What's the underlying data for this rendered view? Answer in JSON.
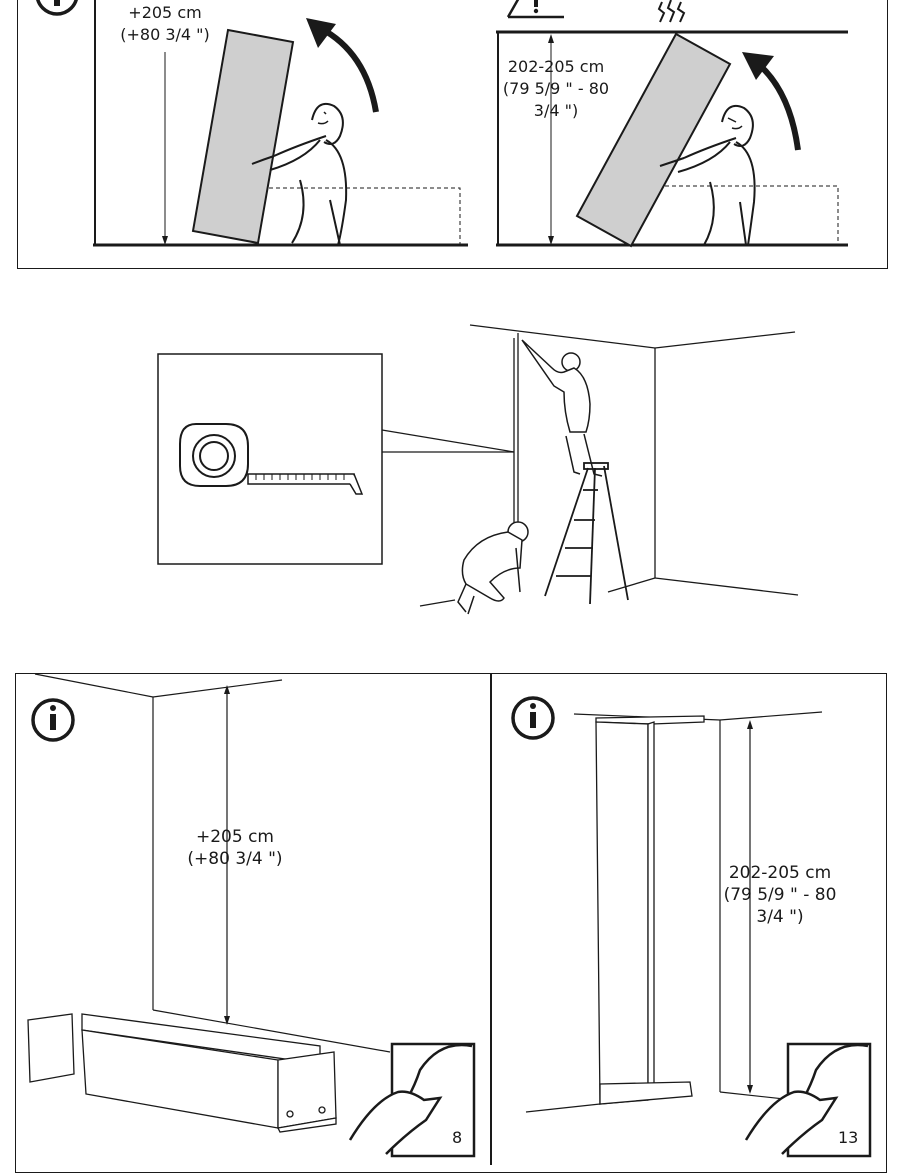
{
  "top_left": {
    "height_line1": "+205 cm",
    "height_line2": "(+80 3/4 \")"
  },
  "top_right": {
    "height_line1": "202-205 cm",
    "height_line2": "(79 5/9 \" - 80",
    "height_line3": "3/4 \")"
  },
  "bottom_left": {
    "height_line1": "+205 cm",
    "height_line2": "(+80 3/4 \")",
    "page_ref": "8"
  },
  "bottom_right": {
    "height_line1": "202-205 cm",
    "height_line2": "(79 5/9 \" - 80",
    "height_line3": "3/4 \")",
    "page_ref": "13"
  },
  "icons": {
    "info": "info-icon",
    "warning": "warning-triangle-icon",
    "collision": "collision-sparks-icon",
    "tape": "tape-measure-icon",
    "page_turn": "page-turn-hand-icon"
  },
  "colors": {
    "ink": "#1a1a1a",
    "panel_fill": "#cfcfcf"
  }
}
